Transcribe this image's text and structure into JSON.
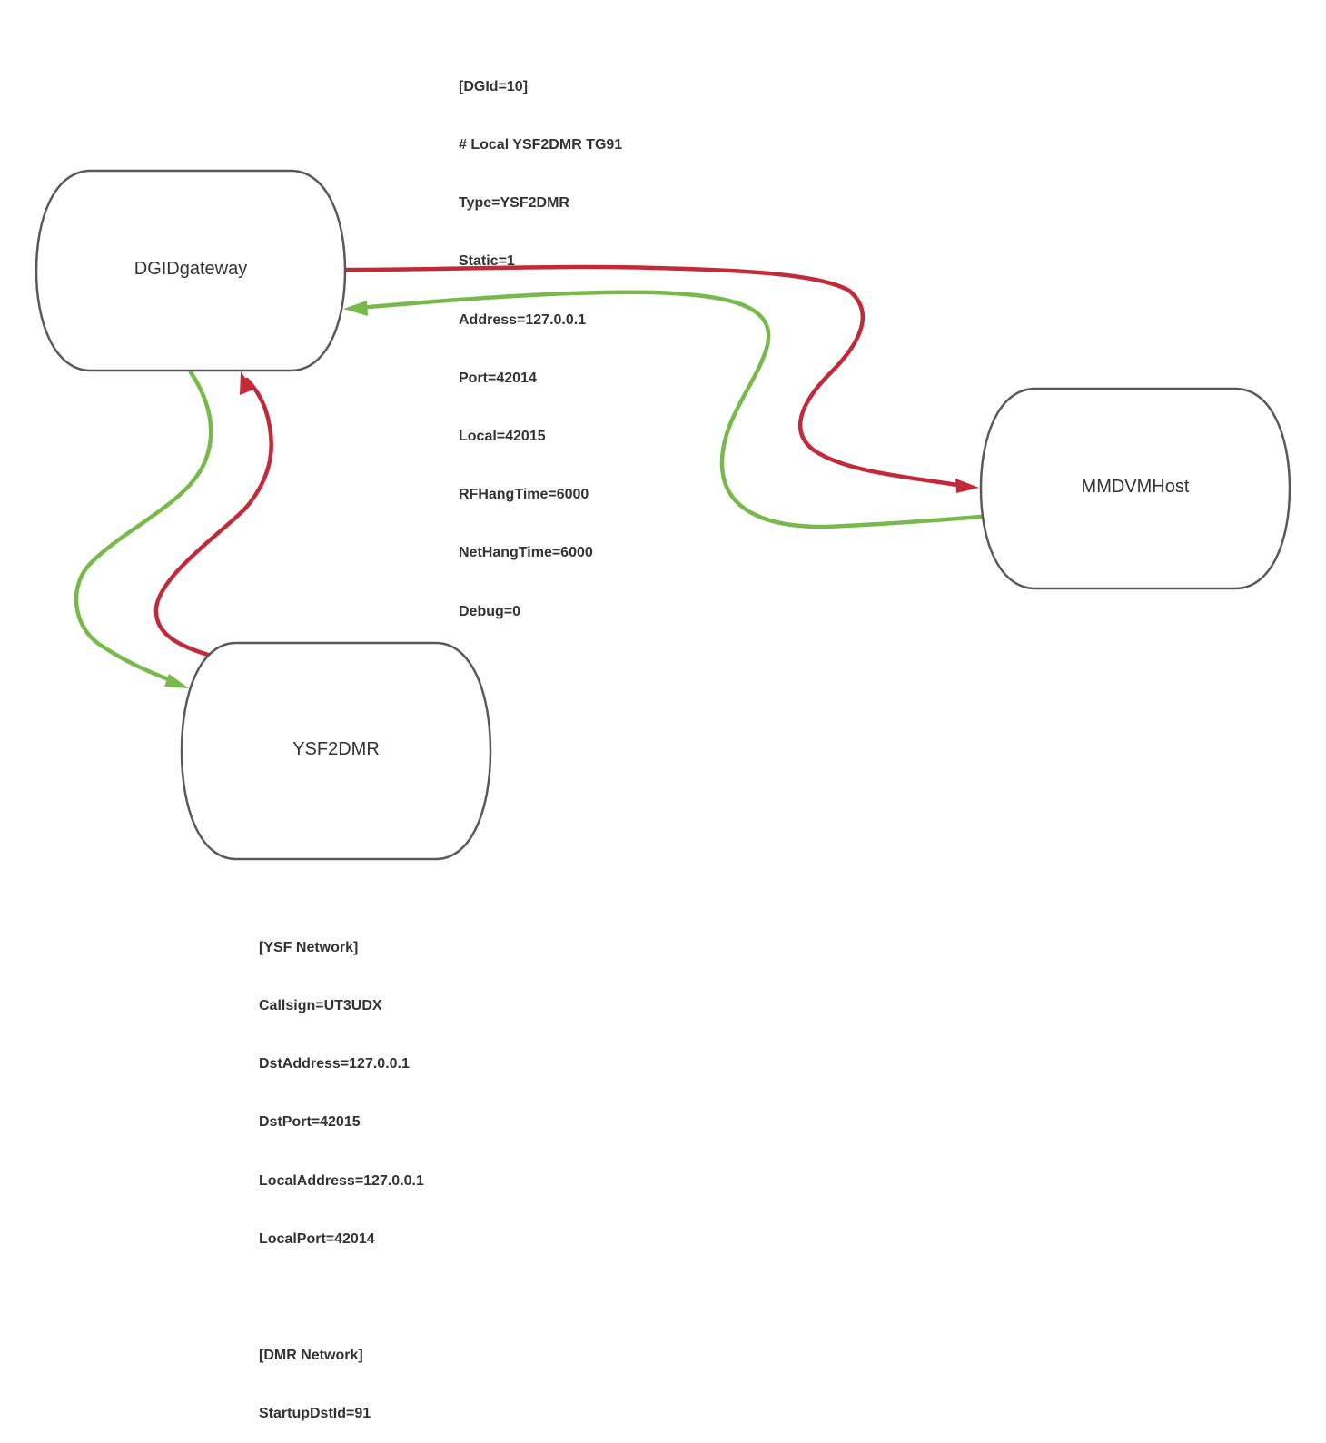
{
  "colors": {
    "red_edge": "#c22a3a",
    "green_edge": "#77b94a",
    "node_stroke": "#595959",
    "text": "#333333"
  },
  "nodes": {
    "dgidgateway": {
      "label": "DGIDgateway"
    },
    "mmdvmhost": {
      "label": "MMDVMHost"
    },
    "ysf2dmr": {
      "label": "YSF2DMR"
    }
  },
  "edges": [
    {
      "from": "DGIDgateway",
      "to": "MMDVMHost",
      "color": "red"
    },
    {
      "from": "MMDVMHost",
      "to": "DGIDgateway",
      "color": "green"
    },
    {
      "from": "DGIDgateway",
      "to": "YSF2DMR",
      "color": "green"
    },
    {
      "from": "YSF2DMR",
      "to": "DGIDgateway",
      "color": "red"
    }
  ],
  "notes": {
    "dgid_config": [
      "[DGId=10]",
      "# Local YSF2DMR TG91",
      "Type=YSF2DMR",
      "Static=1",
      "Address=127.0.0.1",
      "Port=42014",
      "Local=42015",
      "RFHangTime=6000",
      "NetHangTime=6000",
      "Debug=0"
    ],
    "ysf2dmr_config": [
      "[YSF Network]",
      "Callsign=UT3UDX",
      "DstAddress=127.0.0.1",
      "DstPort=42015",
      "LocalAddress=127.0.0.1",
      "LocalPort=42014",
      "",
      "[DMR Network]",
      "StartupDstId=91"
    ]
  }
}
